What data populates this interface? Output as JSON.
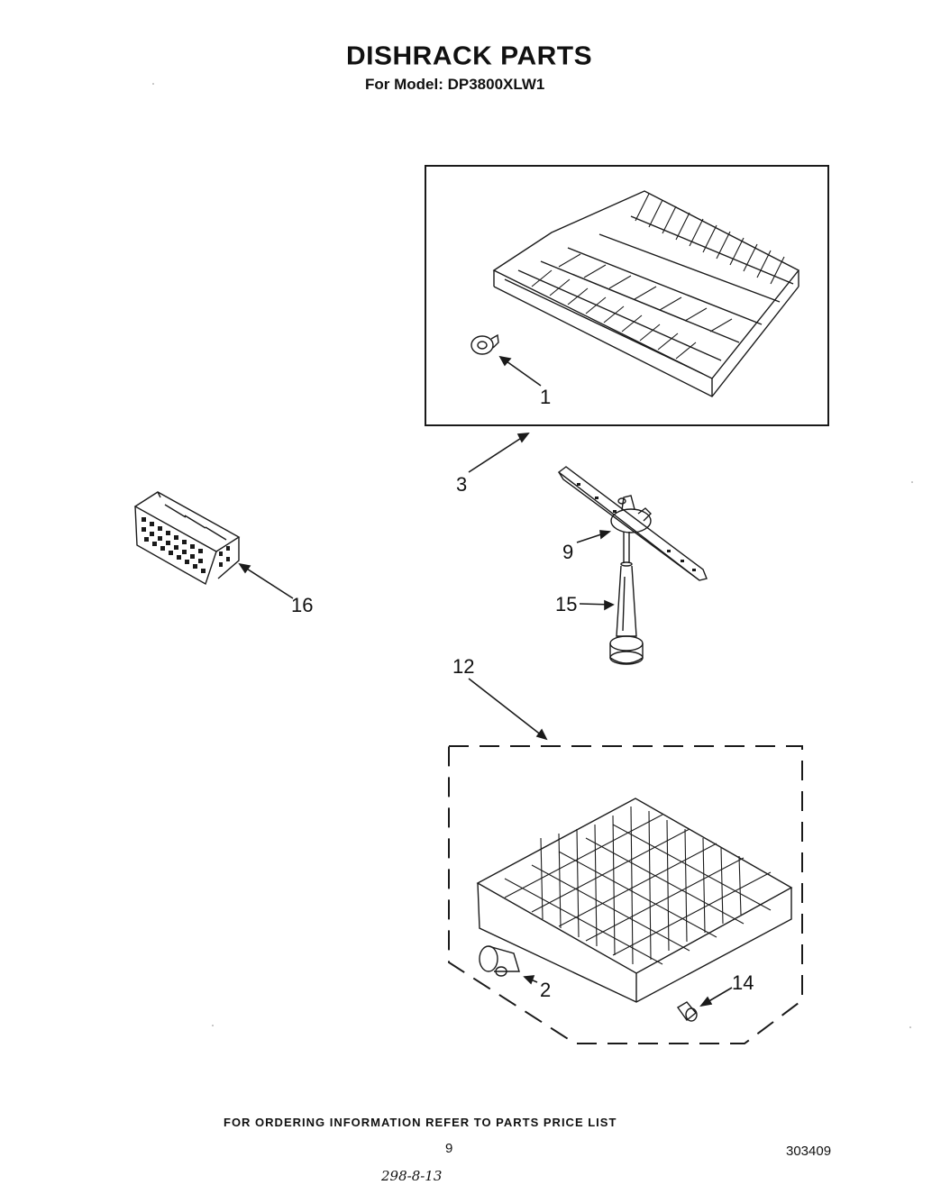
{
  "header": {
    "title": "DISHRACK PARTS",
    "model_line": "For Model: DP3800XLW1"
  },
  "callouts": {
    "c1": "1",
    "c2": "2",
    "c3": "3",
    "c9": "9",
    "c12": "12",
    "c14": "14",
    "c15": "15",
    "c16": "16"
  },
  "footer": {
    "ordering_info": "FOR ORDERING INFORMATION REFER TO PARTS PRICE LIST",
    "page_number": "9",
    "doc_number": "303409",
    "handwritten_note": "298-8-13"
  }
}
